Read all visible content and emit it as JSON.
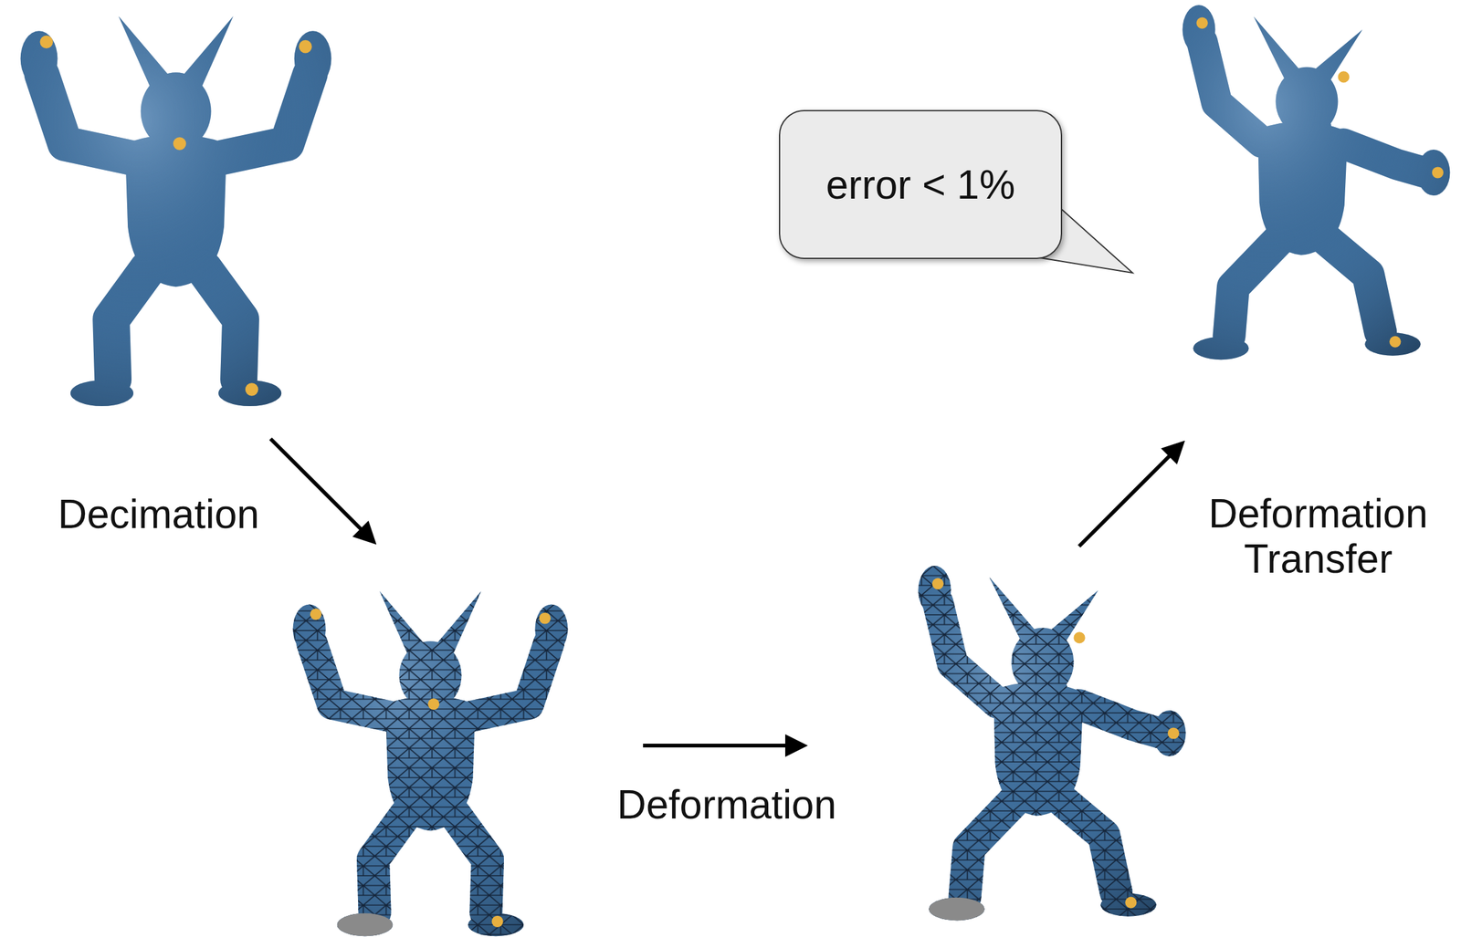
{
  "diagram": {
    "nodes": [
      {
        "text": [
          "error < 1%"
        ]
      }
    ],
    "labels": [
      "Decimation",
      "Deformation",
      "Deformation Transfer"
    ]
  }
}
